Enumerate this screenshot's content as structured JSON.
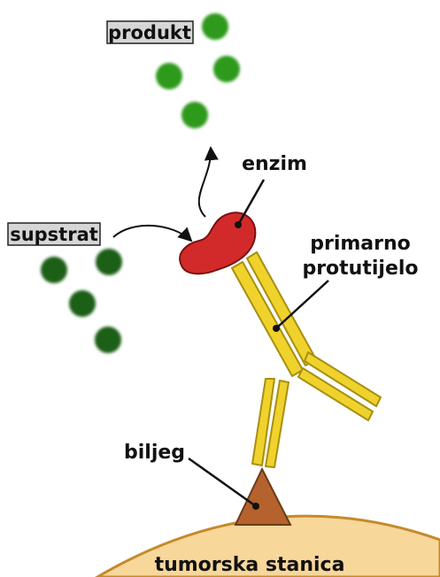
{
  "labels": {
    "product": "produkt",
    "substrate": "supstrat",
    "enzyme": "enzim",
    "primary_antibody_line1": "primarno",
    "primary_antibody_line2": "protutijelo",
    "marker": "biljeg",
    "tumor_cell": "tumorska stanica"
  },
  "colors": {
    "product_dot": "#2e9a1c",
    "substrate_dot": "#1f5f16",
    "enzyme": "#d22a2a",
    "antibody": "#f0d22c",
    "antibody_outline": "#a88f10",
    "marker": "#b5622e",
    "cell": "#f7d79a",
    "cell_outline": "#c58a2a",
    "label_box": "#d6d6d6"
  }
}
